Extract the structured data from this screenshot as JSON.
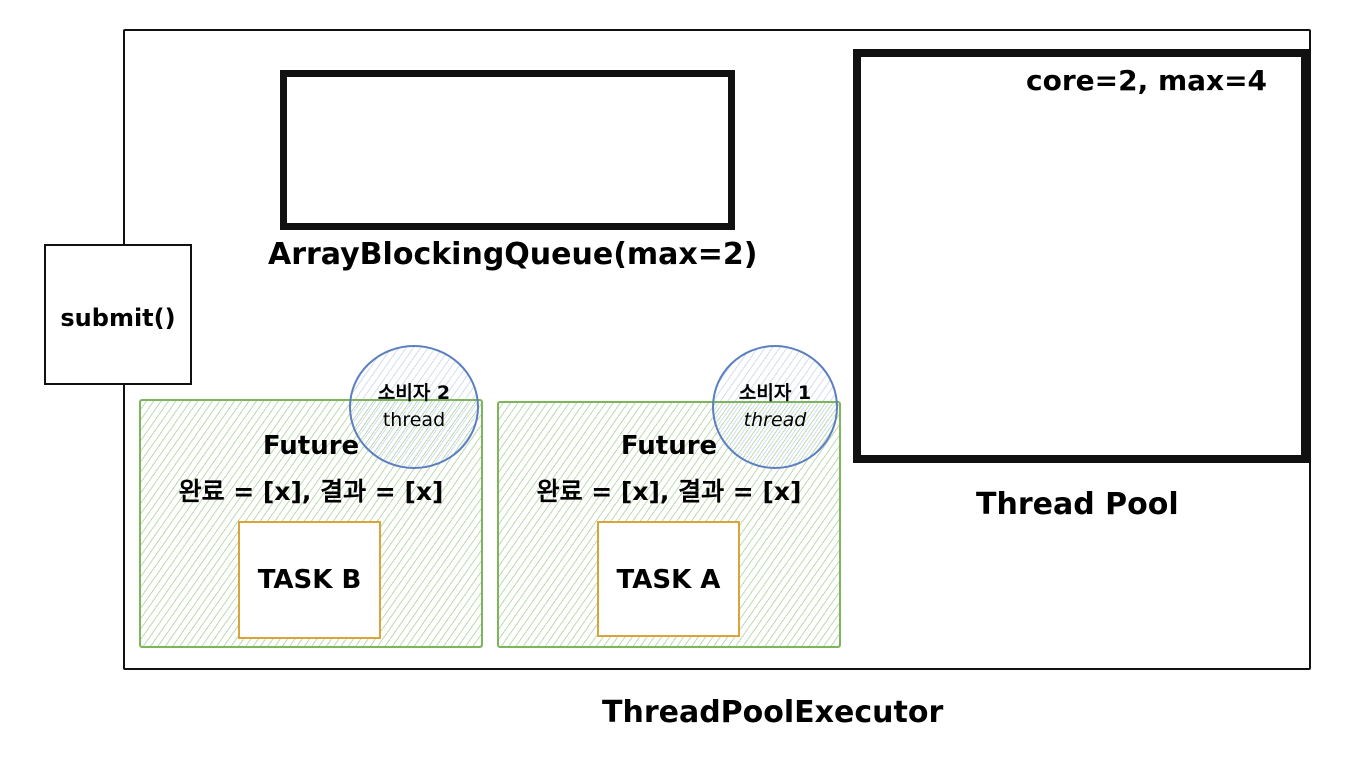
{
  "submit": {
    "label": "submit()"
  },
  "queue": {
    "label": "ArrayBlockingQueue(max=2)"
  },
  "thread_pool": {
    "config": "core=2, max=4",
    "label": "Thread Pool"
  },
  "executor": {
    "label": "ThreadPoolExecutor"
  },
  "futures": [
    {
      "title": "Future",
      "status": "완료 = [x], 결과 = [x]",
      "task": "TASK B",
      "consumer": {
        "line1": "소비자 2",
        "line2": "thread"
      }
    },
    {
      "title": "Future",
      "status": "완료 = [x], 결과 = [x]",
      "task": "TASK A",
      "consumer": {
        "line1": "소비자 1",
        "line2": "thread"
      }
    }
  ],
  "colors": {
    "future_border": "#7db55a",
    "task_border": "#d9a53a",
    "thread_border": "#5b7fc0"
  }
}
